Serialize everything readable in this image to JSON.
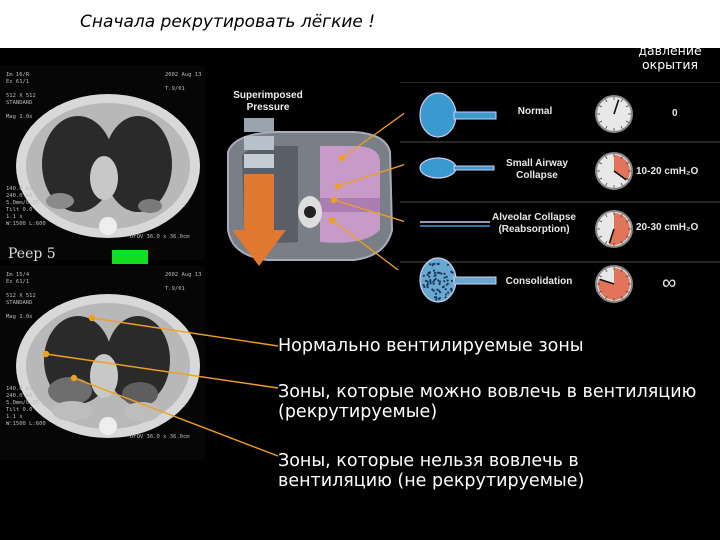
{
  "title": "Сначала  рекрутировать лёгкие !",
  "pressure_header": "давление окрытия",
  "ct_top": {
    "meta_left": "Im 16/R\nEx 61/1\n\n512 X 512\nSTANDARD\n\nMag 1.0x",
    "meta_right": "2002 Aug 13\n\nT.9/01",
    "meta_bottom_left": "140.0 kV\n240.0 mA\n5.0mm/0.00\nTilt 0.0\n1.1 s\nW:1500 L:600",
    "meta_bottom_right": "DFOV 36.0 x 36.0cm"
  },
  "ct_bottom": {
    "meta_left": "Im 15/4\nEx 61/1\n\n512 X 512\nSTANDARD\n\nMag 1.0x",
    "meta_right": "2002 Aug 13\n\nT.9/01",
    "meta_bottom_left": "140.0 kV\n240.0 mA\n5.0mm/0.00\nTilt 0.0\n1.1 s\nW:1500 L:600",
    "meta_bottom_right": "DFOV 36.0 x 36.0cm"
  },
  "peep_label": "Peep 5",
  "diagram_label": "Superimposed Pressure",
  "rows": [
    {
      "label": "Normal",
      "value": "0",
      "needle": 0.05
    },
    {
      "label": "Small Airway Collapse",
      "value": "10-20 cmH₂O",
      "needle": 0.35
    },
    {
      "label": "Alveolar Collapse (Reabsorption)",
      "value": "20-30 cmH₂O",
      "needle": 0.55
    },
    {
      "label": "Consolidation",
      "value": "∞",
      "needle": 0.8
    }
  ],
  "zones": [
    "Нормально вентилируемые зоны",
    "Зоны, которые можно вовлечь в вентиляцию (рекрутируемые)",
    "Зоны, которые нельзя вовлечь в вентиляцию (не рекрутируемые)"
  ],
  "colors": {
    "accent_line": "#f0a020",
    "arrow": "#e07830",
    "lung_blue": "#3a9ad0",
    "panel_pink": "#c89ac8",
    "green_marker": "#10e020"
  }
}
